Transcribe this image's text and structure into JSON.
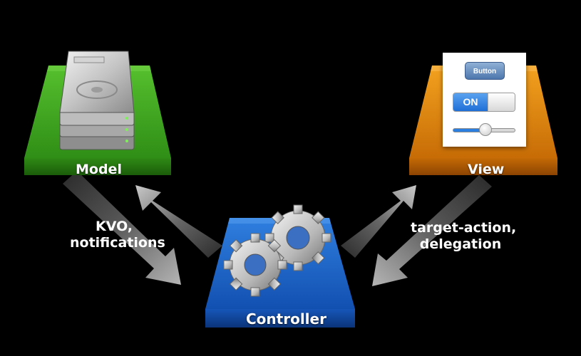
{
  "nodes": {
    "model": {
      "label": "Model",
      "color": "#3aa51e"
    },
    "view": {
      "label": "View",
      "color": "#e08a0c"
    },
    "controller": {
      "label": "Controller",
      "color": "#1f66c8"
    }
  },
  "edges": {
    "model_controller": {
      "label_line1": "KVO,",
      "label_line2": "notifications"
    },
    "view_controller": {
      "label_line1": "target-action,",
      "label_line2": "delegation"
    }
  },
  "view_widgets": {
    "button_label": "Button",
    "switch_label": "ON",
    "slider_value": 0.52
  },
  "colors": {
    "background": "#000000",
    "arrow": "#9a9a9a"
  }
}
